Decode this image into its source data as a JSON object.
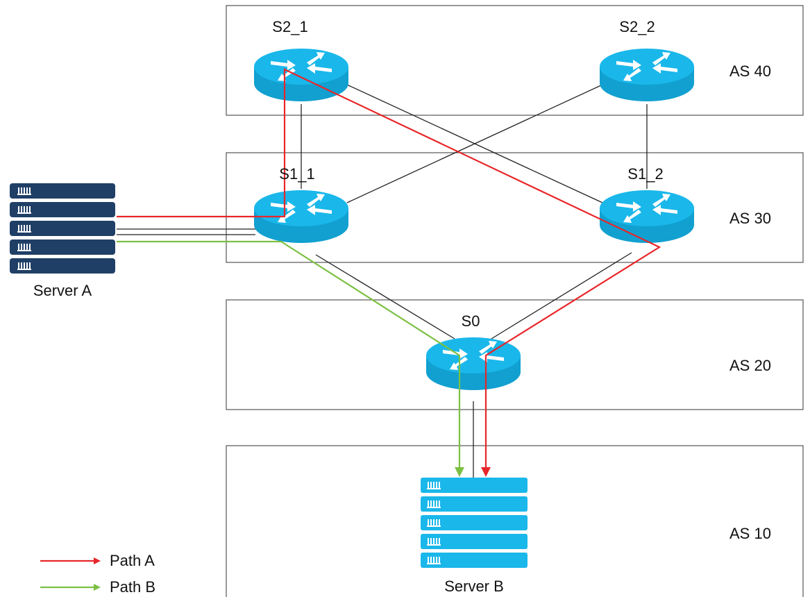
{
  "as_areas": [
    {
      "label": "AS 40"
    },
    {
      "label": "AS 30"
    },
    {
      "label": "AS 20"
    },
    {
      "label": "AS 10"
    }
  ],
  "routers": [
    {
      "label": "S2_1"
    },
    {
      "label": "S2_2"
    },
    {
      "label": "S1_1"
    },
    {
      "label": "S1_2"
    },
    {
      "label": "S0"
    }
  ],
  "servers": {
    "a": {
      "label": "Server A"
    },
    "b": {
      "label": "Server B"
    }
  },
  "legend": [
    {
      "label": "Path A",
      "color": "#e8262a"
    },
    {
      "label": "Path B",
      "color": "#7cc043"
    }
  ],
  "colors": {
    "router_body": "#1ab7ea",
    "server_a": "#1f3f66",
    "server_b": "#1ab7ea",
    "box_border": "#555555"
  }
}
